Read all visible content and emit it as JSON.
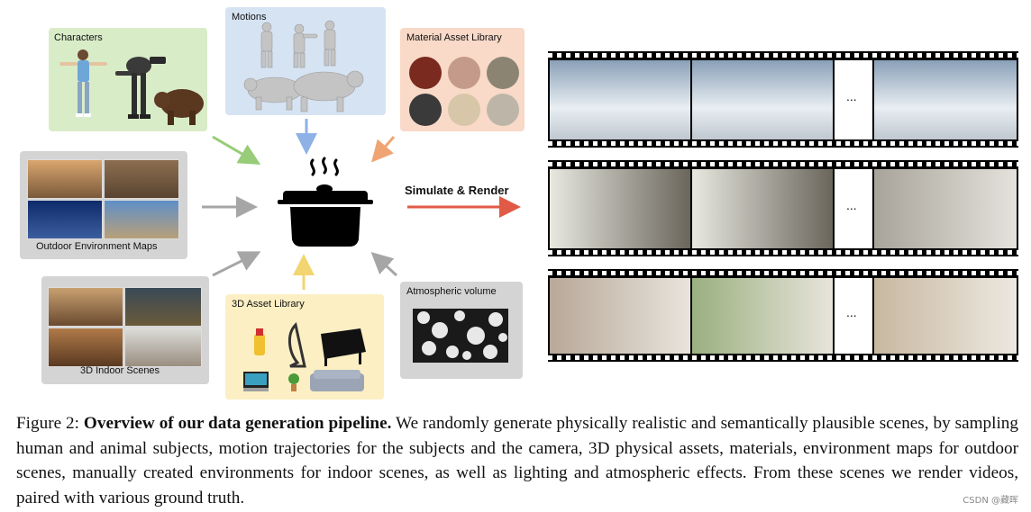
{
  "figure": {
    "boxes": {
      "characters": "Characters",
      "motions": "Motions",
      "material_library": "Material Asset Library",
      "outdoor_maps": "Outdoor Environment Maps",
      "indoor_scenes": "3D Indoor Scenes",
      "asset_library": "3D Asset Library",
      "atmospheric": "Atmospheric volume"
    },
    "simulate_label": "Simulate & Render",
    "ellipsis": "...",
    "colors": {
      "characters_bg": "#d9ecc8",
      "motions_bg": "#d6e3f3",
      "material_bg": "#f9d9c8",
      "gray_bg": "#d4d4d4",
      "asset_bg": "#fcefc4",
      "arrow_green": "#98cc78",
      "arrow_blue": "#8fb2e6",
      "arrow_orange": "#f0a474",
      "arrow_gray": "#a6a6a6",
      "arrow_yellow": "#f2d570",
      "arrow_red": "#e05a45"
    }
  },
  "caption": {
    "label": "Figure 2:",
    "title": "Overview of our data generation pipeline.",
    "text": "We randomly generate physically realistic and semantically plausible scenes, by sampling human and animal subjects, motion trajectories for the subjects and the camera, 3D physical assets, materials, environment maps for outdoor scenes, manually created environments for indoor scenes, as well as lighting and atmospheric effects. From these scenes we render videos, paired with various ground truth."
  },
  "watermark": "CSDN @藏晖"
}
